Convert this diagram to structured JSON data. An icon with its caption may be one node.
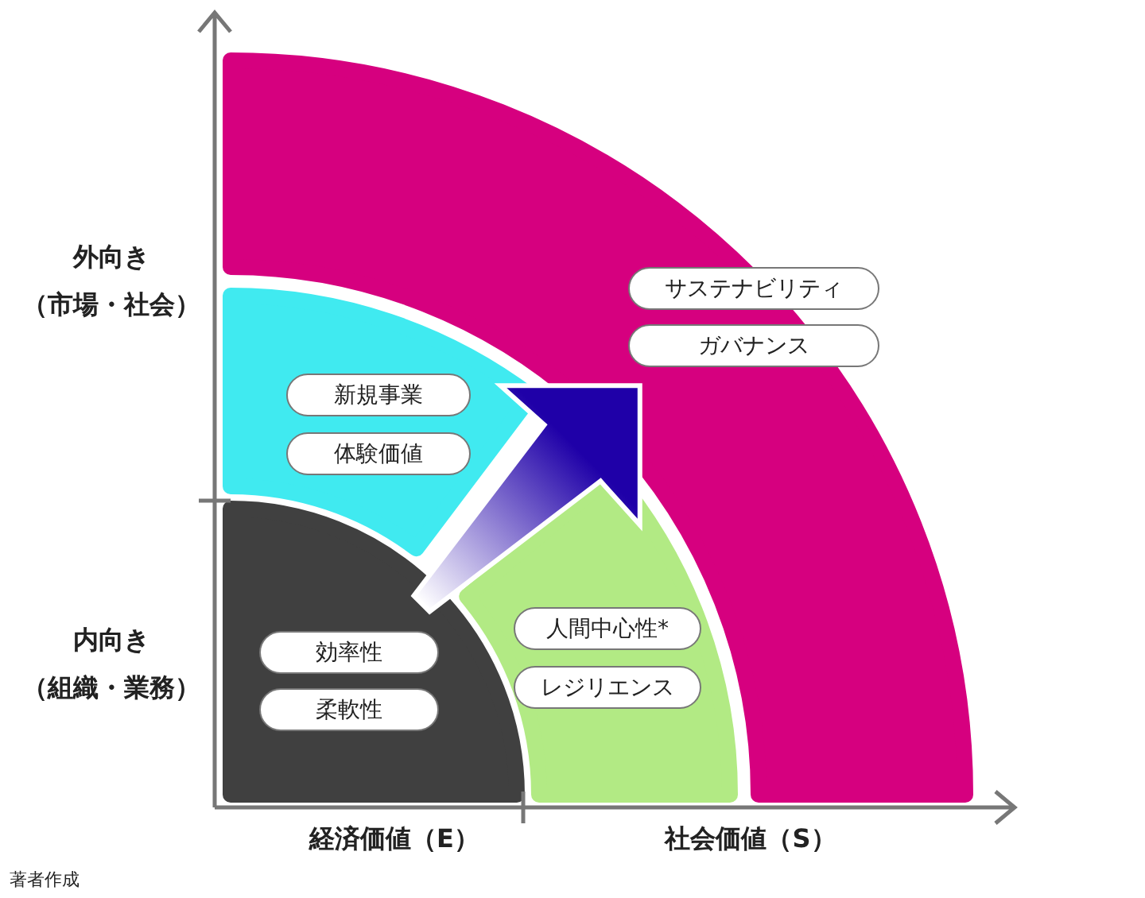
{
  "diagram": {
    "nodes": [
      {
        "text": [],
        "shape": "band"
      },
      {
        "text": [
          "サステナビリティ"
        ],
        "in": 0
      },
      {
        "text": [
          "ガバナンス"
        ],
        "in": 0
      },
      {
        "text": [],
        "shape": "band"
      },
      {
        "text": [
          "新規事業"
        ],
        "in": 3
      },
      {
        "text": [
          "体験価値"
        ],
        "in": 3
      },
      {
        "text": [],
        "shape": "band"
      },
      {
        "text": [
          "効率性"
        ],
        "in": 6
      },
      {
        "text": [
          "柔軟性"
        ],
        "in": 6
      },
      {
        "text": [],
        "shape": "band"
      },
      {
        "text": [
          "人間中心性*"
        ],
        "in": 9
      },
      {
        "text": [
          "レジリエンス"
        ],
        "in": 9
      }
    ],
    "edges": [
      {
        "from": 6,
        "to": 0,
        "arrow": "to",
        "style": "thick"
      }
    ],
    "labels": [
      "外向き",
      "（市場・社会）",
      "内向き",
      "（組織・業務）",
      "経済価値（E）",
      "社会価値（S）",
      "著者作成"
    ]
  }
}
